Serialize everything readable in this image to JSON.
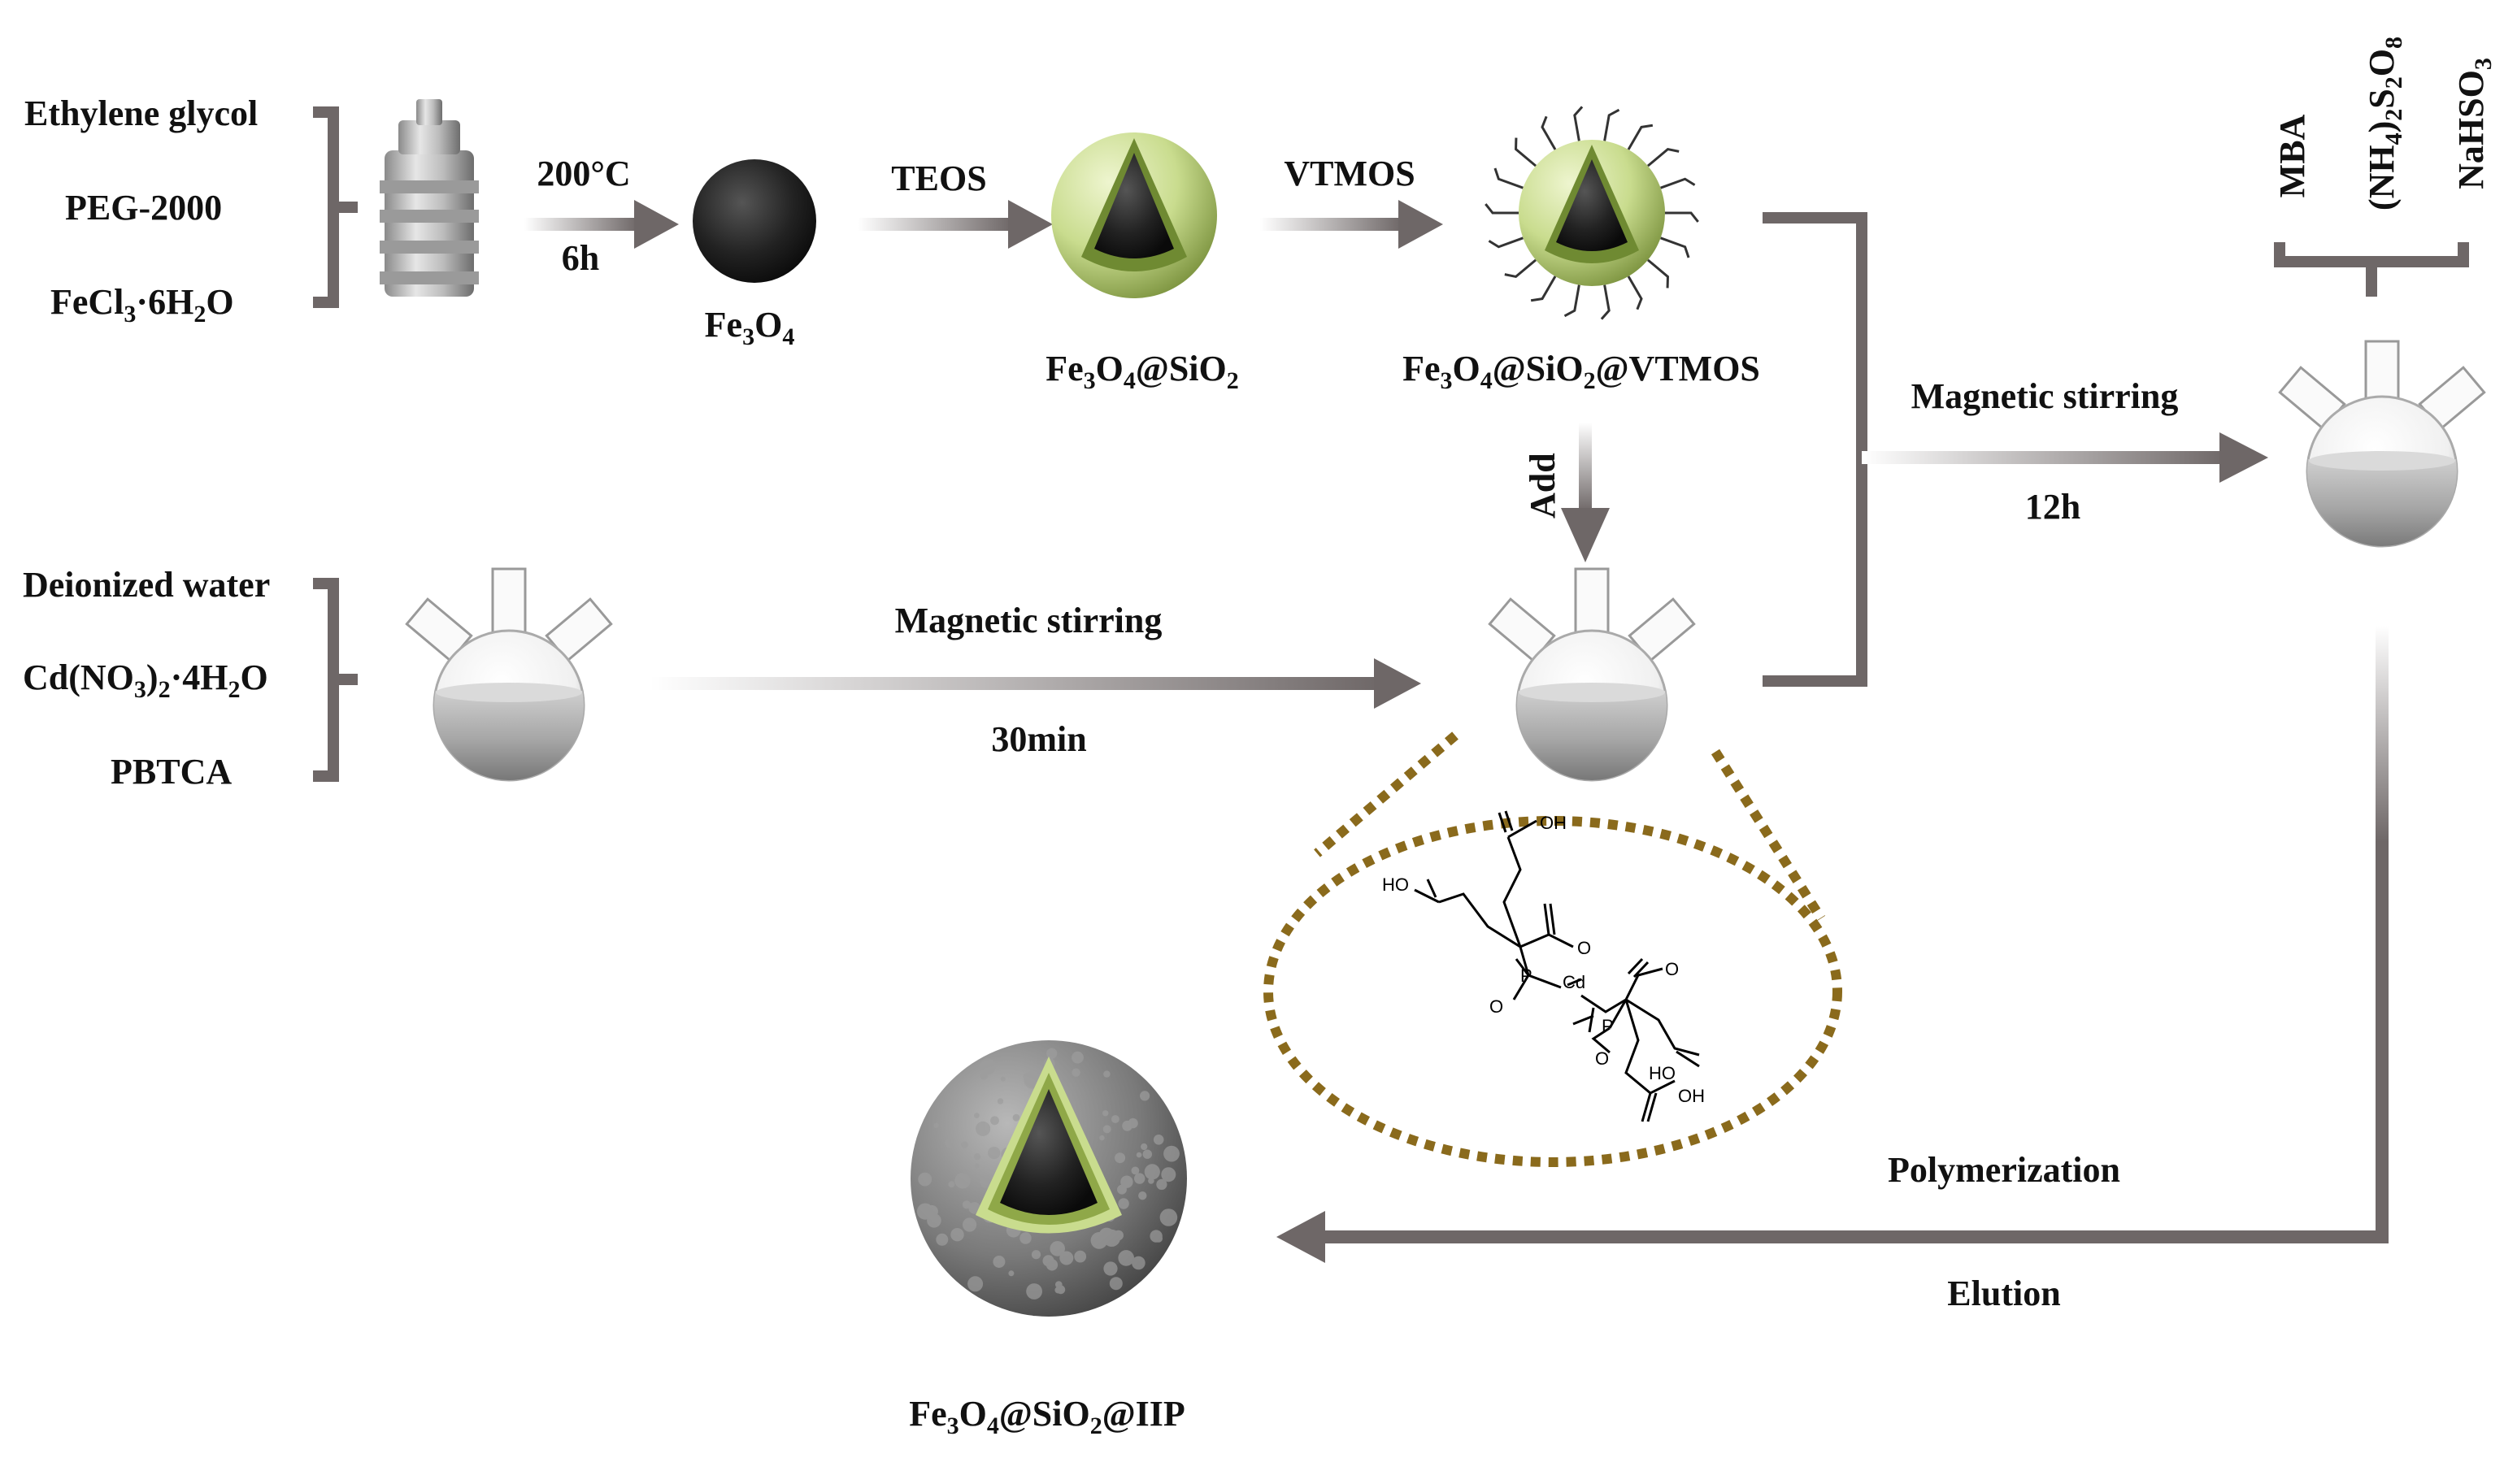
{
  "reagents_left": [
    "Ethylene glycol",
    "PEG-2000",
    "FeCl",
    "·6H",
    "O",
    "3",
    "2"
  ],
  "reagents_lower": {
    "water": "Deionized water",
    "cd_prefix": "Cd(NO",
    "cd_sub1": "3",
    "cd_mid": ")",
    "cd_sub2": "2",
    "cd_hyd": "·4H",
    "cd_sub3": "2",
    "cd_o": "O",
    "pbtca": "PBTCA"
  },
  "step1": {
    "top": "200°C",
    "bottom": "6h"
  },
  "step2": {
    "top": "TEOS"
  },
  "step3": {
    "top": "VTMOS"
  },
  "add": "Add",
  "stir_upper": {
    "top": "Magnetic stirring",
    "bottom": "12h"
  },
  "stir_lower": {
    "top": "Magnetic stirring",
    "bottom": "30min"
  },
  "poly": {
    "top": "Polymerization",
    "bottom": "Elution"
  },
  "initiators": {
    "mba": "MBA",
    "aps": "(NH",
    "aps_sub1": "4",
    "aps_mid": ")",
    "aps_sub2": "2",
    "aps_s": "S",
    "aps_sub3": "2",
    "aps_o": "O",
    "aps_sub4": "8",
    "nahso": "NaHSO",
    "nahso_sub": "3"
  },
  "products": {
    "fe3o4": {
      "a": "Fe",
      "s1": "3",
      "b": "O",
      "s2": "4"
    },
    "fe3o4_sio2": {
      "a": "Fe",
      "s1": "3",
      "b": "O",
      "s2": "4",
      "c": "@SiO",
      "s3": "2"
    },
    "fe3o4_sio2_vtmos": {
      "a": "Fe",
      "s1": "3",
      "b": "O",
      "s2": "4",
      "c": "@SiO",
      "s3": "2",
      "d": "@VTMOS"
    },
    "fe3o4_sio2_iip": {
      "a": "Fe",
      "s1": "3",
      "b": "O",
      "s2": "4",
      "c": "@SiO",
      "s3": "2",
      "d": "@IIP"
    }
  },
  "molecule": {
    "oh_top": "OH",
    "ho_left": "HO",
    "p1": "P",
    "cd": "Cd",
    "p2": "P",
    "ho_right": "HO",
    "oh_bottom": "OH",
    "o": "O"
  },
  "colors": {
    "bracket": "#6e6767",
    "arrow": "#6e6767",
    "shell": "#c9dc8e",
    "shell_dark": "#8fa848",
    "core": "#2a2a2a",
    "dots": "#8a6a1c",
    "iip": "#7a7a7a"
  }
}
